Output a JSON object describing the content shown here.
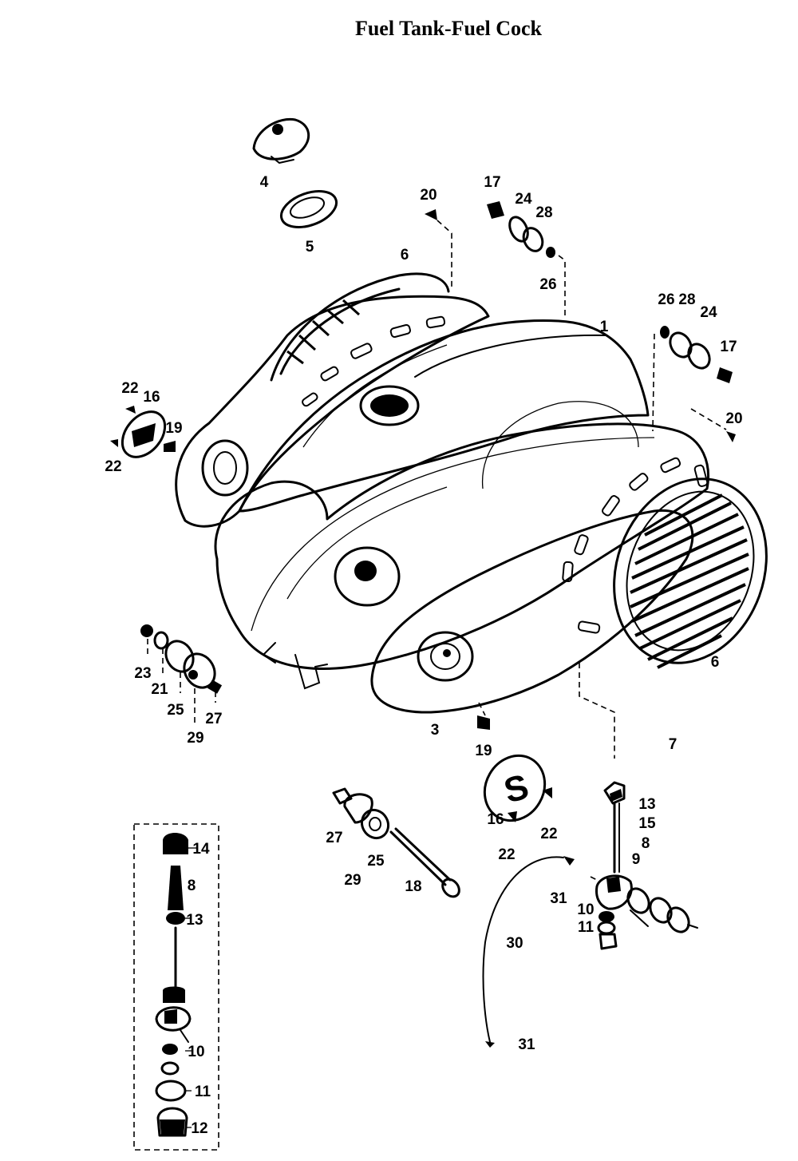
{
  "title": "Fuel Tank-Fuel Cock",
  "callouts": [
    {
      "id": "c4",
      "text": "4"
    },
    {
      "id": "c5",
      "text": "5"
    },
    {
      "id": "c20a",
      "text": "20"
    },
    {
      "id": "c6a",
      "text": "6"
    },
    {
      "id": "c17a",
      "text": "17"
    },
    {
      "id": "c24a",
      "text": "24"
    },
    {
      "id": "c28a",
      "text": "28"
    },
    {
      "id": "c26a",
      "text": "26"
    },
    {
      "id": "c1",
      "text": "1"
    },
    {
      "id": "c26b",
      "text": "26"
    },
    {
      "id": "c28b",
      "text": "28"
    },
    {
      "id": "c24b",
      "text": "24"
    },
    {
      "id": "c17b",
      "text": "17"
    },
    {
      "id": "c20b",
      "text": "20"
    },
    {
      "id": "c22a",
      "text": "22"
    },
    {
      "id": "c16a",
      "text": "16"
    },
    {
      "id": "c19a",
      "text": "19"
    },
    {
      "id": "c22b",
      "text": "22"
    },
    {
      "id": "c23",
      "text": "23"
    },
    {
      "id": "c21",
      "text": "21"
    },
    {
      "id": "c25a",
      "text": "25"
    },
    {
      "id": "c27a",
      "text": "27"
    },
    {
      "id": "c29a",
      "text": "29"
    },
    {
      "id": "c3",
      "text": "3"
    },
    {
      "id": "c19b",
      "text": "19"
    },
    {
      "id": "c6b",
      "text": "6"
    },
    {
      "id": "c7",
      "text": "7"
    },
    {
      "id": "c16b",
      "text": "16"
    },
    {
      "id": "c22c",
      "text": "22"
    },
    {
      "id": "c22d",
      "text": "22"
    },
    {
      "id": "c27b",
      "text": "27"
    },
    {
      "id": "c25b",
      "text": "25"
    },
    {
      "id": "c29b",
      "text": "29"
    },
    {
      "id": "c18",
      "text": "18"
    },
    {
      "id": "c13a",
      "text": "13"
    },
    {
      "id": "c15",
      "text": "15"
    },
    {
      "id": "c8a",
      "text": "8"
    },
    {
      "id": "c9",
      "text": "9"
    },
    {
      "id": "c31a",
      "text": "31"
    },
    {
      "id": "c10a",
      "text": "10"
    },
    {
      "id": "c11a",
      "text": "11"
    },
    {
      "id": "c30",
      "text": "30"
    },
    {
      "id": "c31b",
      "text": "31"
    },
    {
      "id": "c14",
      "text": "14"
    },
    {
      "id": "c8b",
      "text": "8"
    },
    {
      "id": "c13b",
      "text": "13"
    },
    {
      "id": "c10b",
      "text": "10"
    },
    {
      "id": "c11b",
      "text": "11"
    },
    {
      "id": "c12",
      "text": "12"
    }
  ],
  "emblem_letter": "S"
}
